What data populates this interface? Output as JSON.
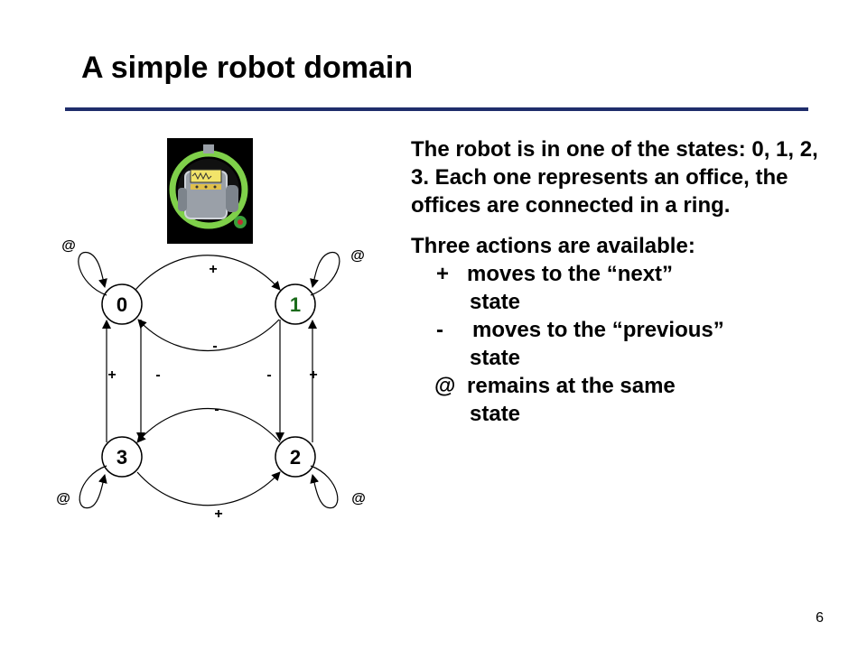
{
  "slide": {
    "title": "A simple robot domain",
    "page_number": "6"
  },
  "states": [
    {
      "label": "0",
      "color": "#000000"
    },
    {
      "label": "1",
      "color": "#1b6b1b"
    },
    {
      "label": "2",
      "color": "#000000"
    },
    {
      "label": "3",
      "color": "#000000"
    }
  ],
  "edges": {
    "top_plus": "+",
    "top_minus": "-",
    "bottom_minus": "-",
    "bottom_plus": "+",
    "left_plus": "+",
    "left_minus": "-",
    "right_minus": "-",
    "right_plus": "+",
    "loop_0": "@",
    "loop_1": "@",
    "loop_2": "@",
    "loop_3": "@"
  },
  "description": {
    "para1": "The robot is in one of the states: 0, 1, 2, 3. Each one represents an office, the offices are connected in a ring.",
    "para2": "Three actions are available:",
    "actions": [
      {
        "symbol": "+",
        "text": "moves to the “next”",
        "cont": "state"
      },
      {
        "symbol": "-",
        "text": "moves to the “previous”",
        "cont": "state"
      },
      {
        "symbol": "@",
        "text": "remains at the same",
        "cont": "state"
      }
    ]
  },
  "colors": {
    "title_rule": "#1f2d6b",
    "robot_frame": "#000000",
    "robot_ring": "#7fd04a"
  },
  "icons": {
    "robot": "robot-illustration"
  }
}
